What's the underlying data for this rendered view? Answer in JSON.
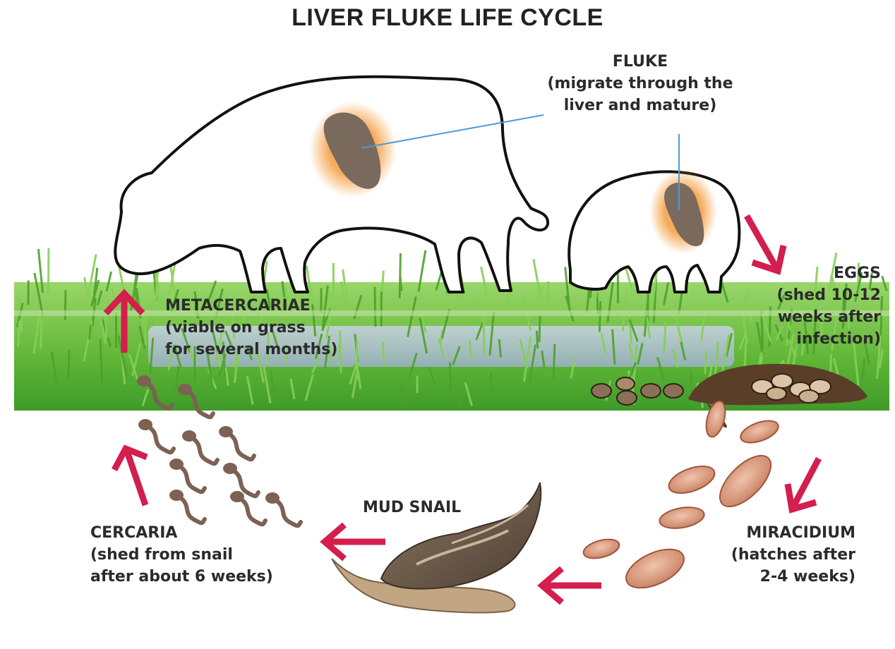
{
  "title": "LIVER FLUKE LIFE CYCLE",
  "stages": {
    "fluke": {
      "name": "FLUKE",
      "line1": "(migrate through the",
      "line2": "liver and mature)"
    },
    "eggs": {
      "name": "EGGS",
      "line1": "(shed 10-12",
      "line2": "weeks after",
      "line3": "infection)"
    },
    "miracidium": {
      "name": "MIRACIDIUM",
      "line1": "(hatches after",
      "line2": "2-4 weeks)"
    },
    "mud_snail": {
      "name": "MUD SNAIL"
    },
    "cercaria": {
      "name": "CERCARIA",
      "line1": "(shed from snail",
      "line2": "after about 6 weeks)"
    },
    "metacercariae": {
      "name": "METACERCARIAE",
      "line1": "(viable on grass",
      "line2": "for several months)"
    }
  },
  "colors": {
    "arrow": "#d31e4e",
    "grass": "#6bbf3a",
    "water": "#aab8d0",
    "liver": "#7a6a5e",
    "liver_glow": "#f5a34a",
    "snail_shell": "#6e5b4a",
    "egg": "#8a7058",
    "miracidium": "#d9a089",
    "cercaria": "#7d6152"
  }
}
